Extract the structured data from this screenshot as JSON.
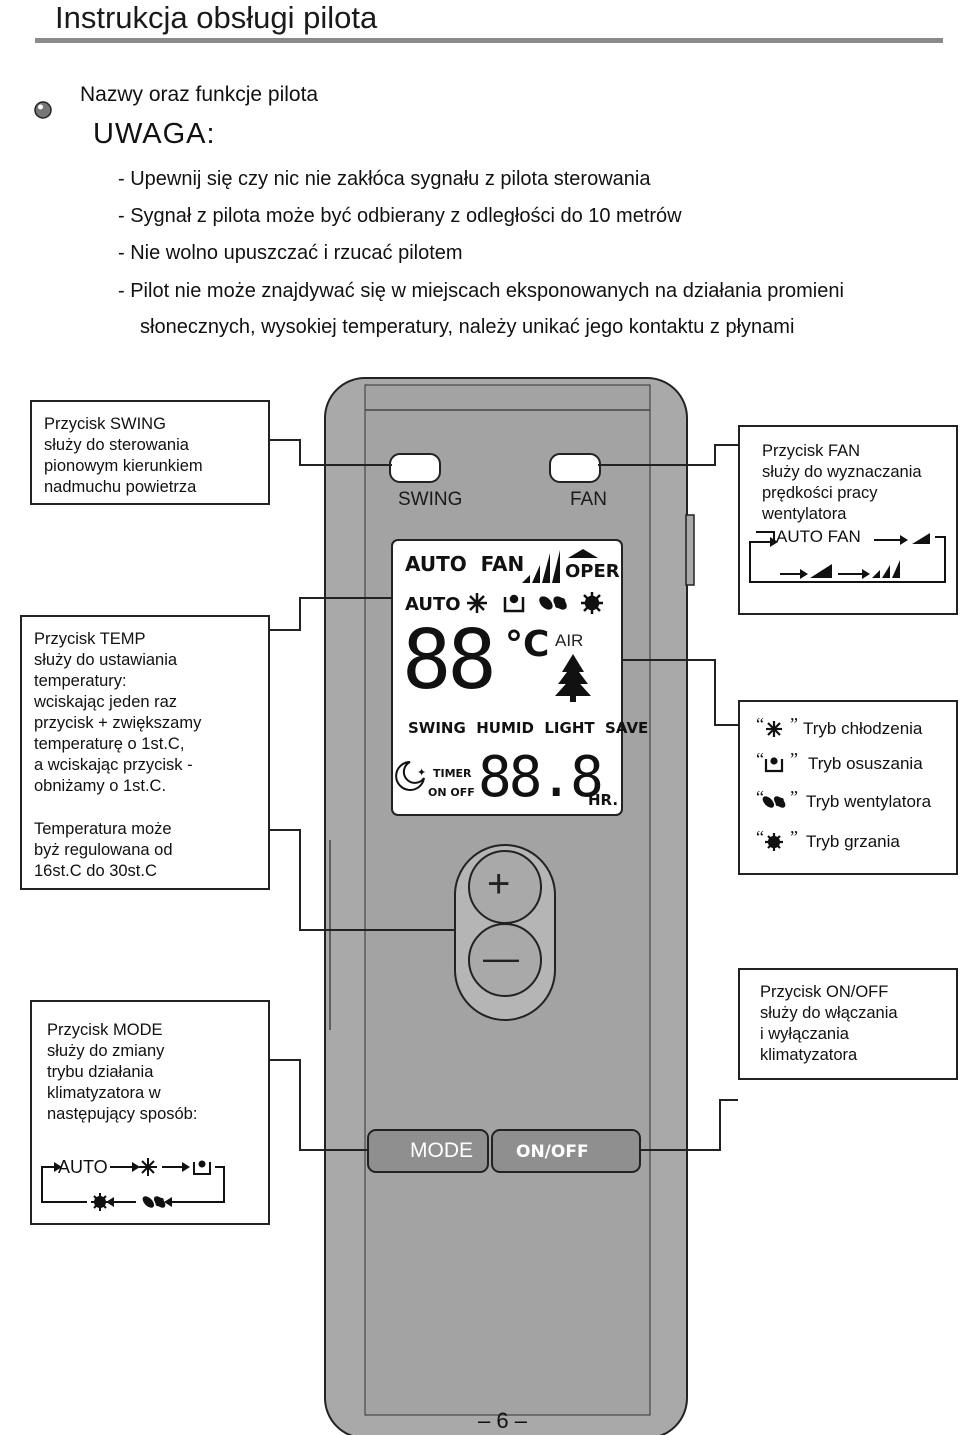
{
  "header": {
    "title": "Instrukcja obsługi pilota"
  },
  "section": {
    "title": "Nazwy oraz funkcje pilota",
    "warning_heading": "UWAGA:",
    "notes": [
      "- Upewnij się czy nic nie zakłóca sygnału z pilota sterowania",
      "- Sygnał z pilota może być odbierany z odległości do 10 metrów",
      "- Nie wolno upuszczać i rzucać pilotem",
      "- Pilot nie może znajdywać się w miejscach eksponowanych na działania promieni",
      "słonecznych, wysokiej temperatury, należy unikać jego kontaktu z płynami"
    ]
  },
  "callouts": {
    "swing": "Przycisk SWING\nsłuży do sterowania\npionowym kierunkiem\nnadmuchu powietrza",
    "fan": "Przycisk FAN\nsłuży do wyznaczania\nprędkości pracy\nwentylatora",
    "fan_sequence": [
      "AUTO",
      "FAN"
    ],
    "temp": "Przycisk TEMP\nsłuży do ustawiania\ntemperatury:\nwciskając jeden raz\nprzycisk + zwiększamy\ntemperaturę o 1st.C,\na wciskając przycisk -\nobniżamy o 1st.C.",
    "temp_range": "Temperatura może\nbyż regulowana od\n16st.C do 30st.C",
    "modes": [
      {
        "label": "Tryb chłodzenia",
        "icon": "snowflake-icon"
      },
      {
        "label": "Tryb osuszania",
        "icon": "dry-icon"
      },
      {
        "label": "Tryb wentylatora",
        "icon": "fan-icon"
      },
      {
        "label": "Tryb grzania",
        "icon": "sun-icon"
      }
    ],
    "mode": "Przycisk MODE\nsłuży do zmiany\ntrybu działania\nklimatyzatora w\nnastępujący sposób:",
    "mode_sequence_start": "AUTO",
    "onoff": "Przycisk ON/OFF\nsłuży do włączania\ni wyłączania\nklimatyzatora"
  },
  "remote": {
    "swing_label": "SWING",
    "fan_label": "FAN",
    "lcd": {
      "auto_fan": "AUTO  FAN",
      "oper": "OPER",
      "auto2": "AUTO",
      "temp_digits": "88",
      "unit": "°C",
      "air": "AIR",
      "features": "SWING  HUMID  LIGHT  SAVE",
      "timer": "TIMER",
      "on_off": "ON OFF",
      "timer_digits": "88.8",
      "hr": "HR."
    },
    "plus": "+",
    "minus": "—",
    "mode_label": "MODE",
    "onoff_label": "ON/OFF"
  },
  "footer": {
    "page": "– 6 –"
  },
  "colors": {
    "remote_body": "#a9a9a9",
    "remote_dark": "#8f8f8f",
    "lcd": "#ffffff",
    "rule": "#8a8a8a"
  }
}
